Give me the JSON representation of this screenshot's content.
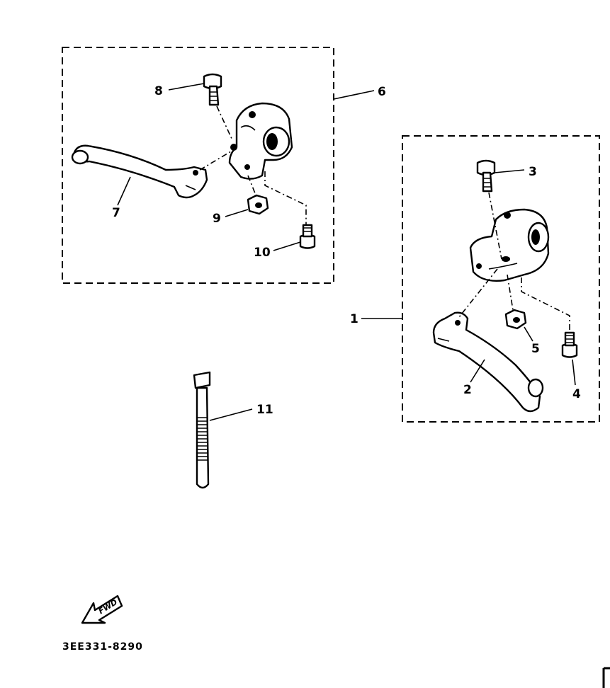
{
  "diagram": {
    "callouts": {
      "c1": "1",
      "c2": "2",
      "c3": "3",
      "c4": "4",
      "c5": "5",
      "c6": "6",
      "c7": "7",
      "c8": "8",
      "c9": "9",
      "c10": "10",
      "c11": "11"
    },
    "fwd_label": "FWD",
    "drawing_code": "3EE331-8290"
  }
}
